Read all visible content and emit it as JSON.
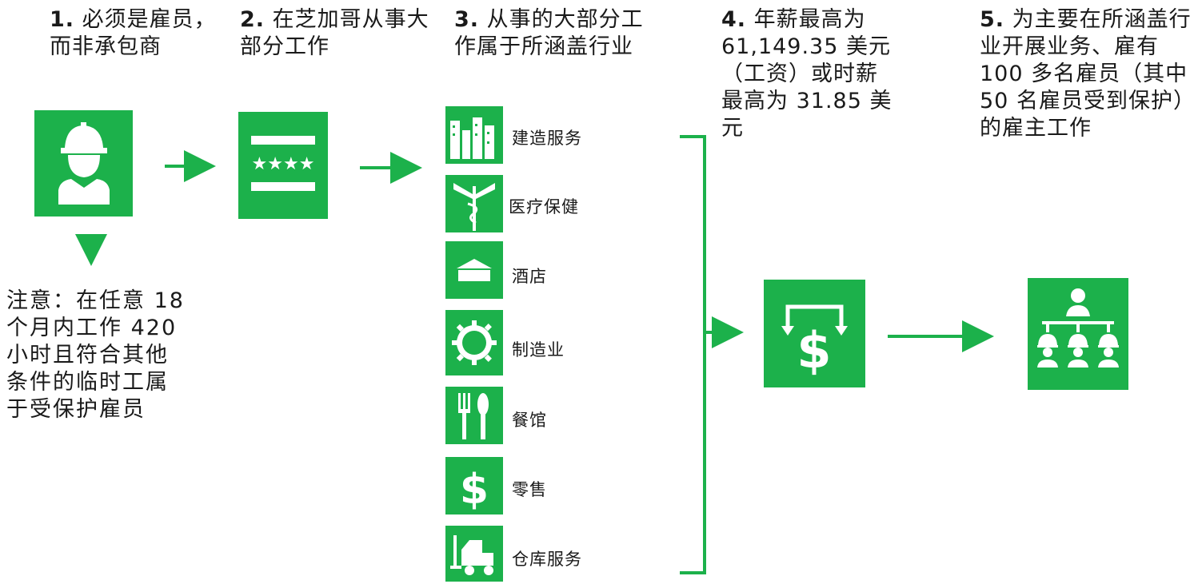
{
  "steps": [
    {
      "num": "1.",
      "text": "必须是雇员，而非承包商"
    },
    {
      "num": "2.",
      "text": "在芝加哥从事大部分工作"
    },
    {
      "num": "3.",
      "text": "从事的大部分工作属于所涵盖行业"
    },
    {
      "num": "4.",
      "text": "年薪最高为 61,149.35 美元（工资）或时薪最高为 31.85 美元"
    },
    {
      "num": "5.",
      "text": "为主要在所涵盖行业开展业务、雇有 100 多名雇员（其中 50 名雇员受到保护）的雇主工作"
    }
  ],
  "note": "注意：在任意 18 个月内工作 420 小时且符合其他条件的临时工属于受保护雇员",
  "industries": [
    {
      "label": "建造服务",
      "icon": "buildings-icon"
    },
    {
      "label": "医疗保健",
      "icon": "caduceus-icon"
    },
    {
      "label": "酒店",
      "icon": "hotel-icon"
    },
    {
      "label": "制造业",
      "icon": "gear-icon"
    },
    {
      "label": "餐馆",
      "icon": "fork-knife-icon"
    },
    {
      "label": "零售",
      "icon": "dollar-icon"
    },
    {
      "label": "仓库服务",
      "icon": "forklift-icon"
    }
  ],
  "colors": {
    "accent": "#1cb14b",
    "text": "#1a1a1a"
  }
}
